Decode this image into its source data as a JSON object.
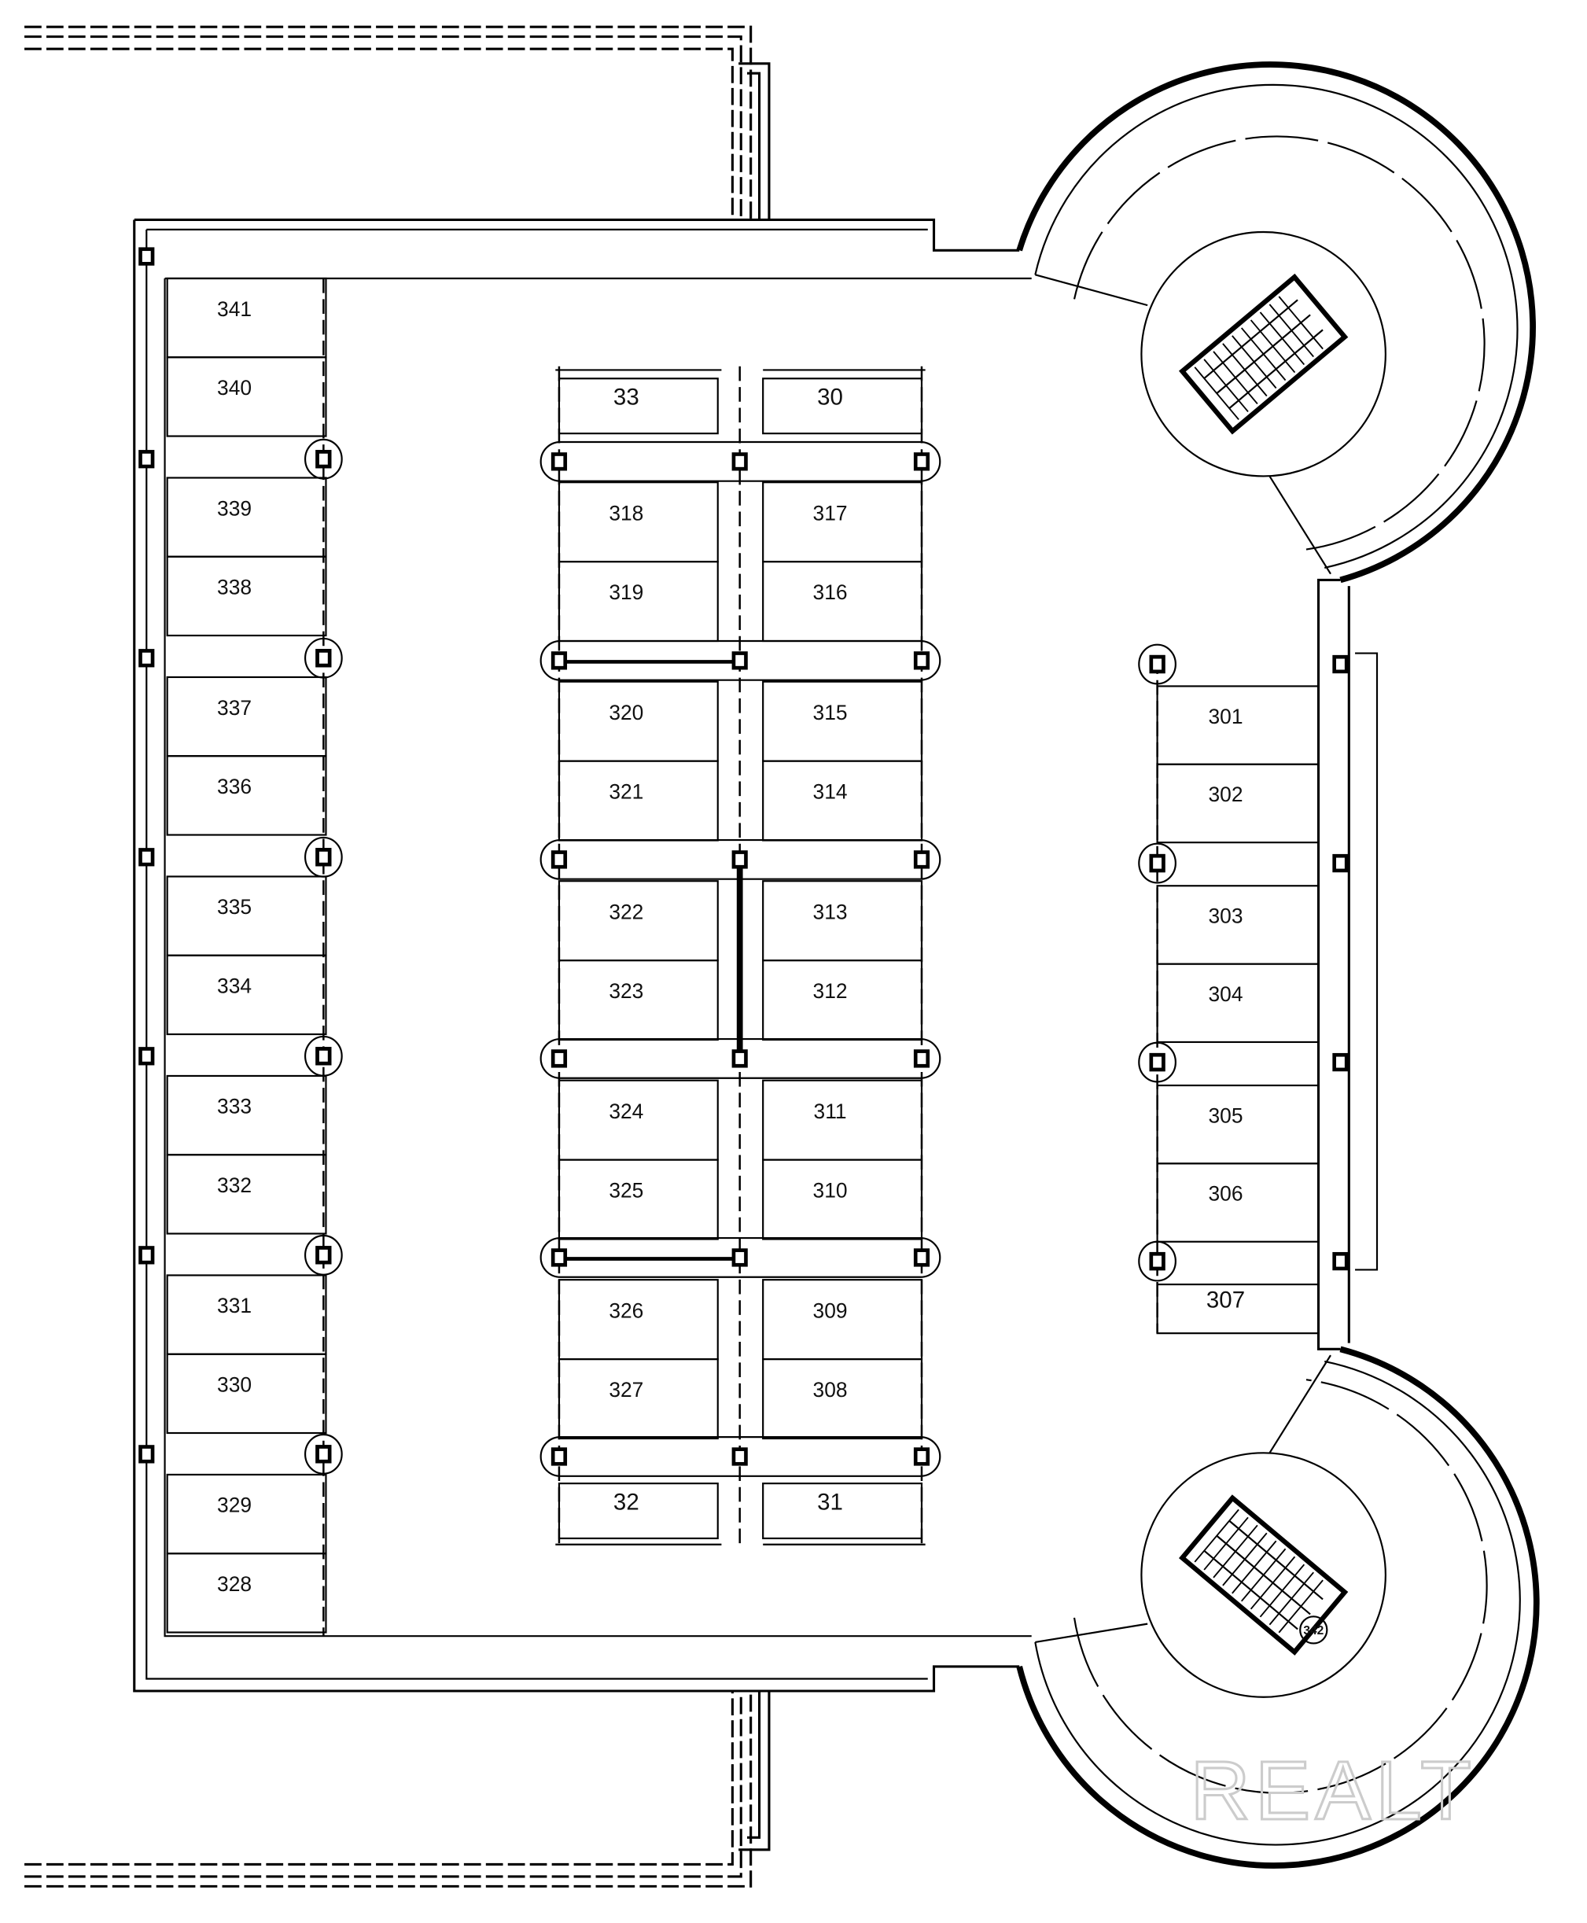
{
  "plan": {
    "left_column": [
      "341",
      "340",
      "339",
      "338",
      "337",
      "336",
      "335",
      "334",
      "333",
      "332",
      "331",
      "330",
      "329",
      "328"
    ],
    "middle_left": {
      "top": "33",
      "spaces": [
        "318",
        "319",
        "320",
        "321",
        "322",
        "323",
        "324",
        "325",
        "326",
        "327"
      ],
      "bottom": "32"
    },
    "middle_right": {
      "top": "30",
      "spaces": [
        "317",
        "316",
        "315",
        "314",
        "313",
        "312",
        "311",
        "310",
        "309",
        "308"
      ],
      "bottom": "31"
    },
    "right_column": [
      "301",
      "302",
      "303",
      "304",
      "305",
      "306",
      "307"
    ],
    "stair_label": "342",
    "watermark": "REALT"
  }
}
